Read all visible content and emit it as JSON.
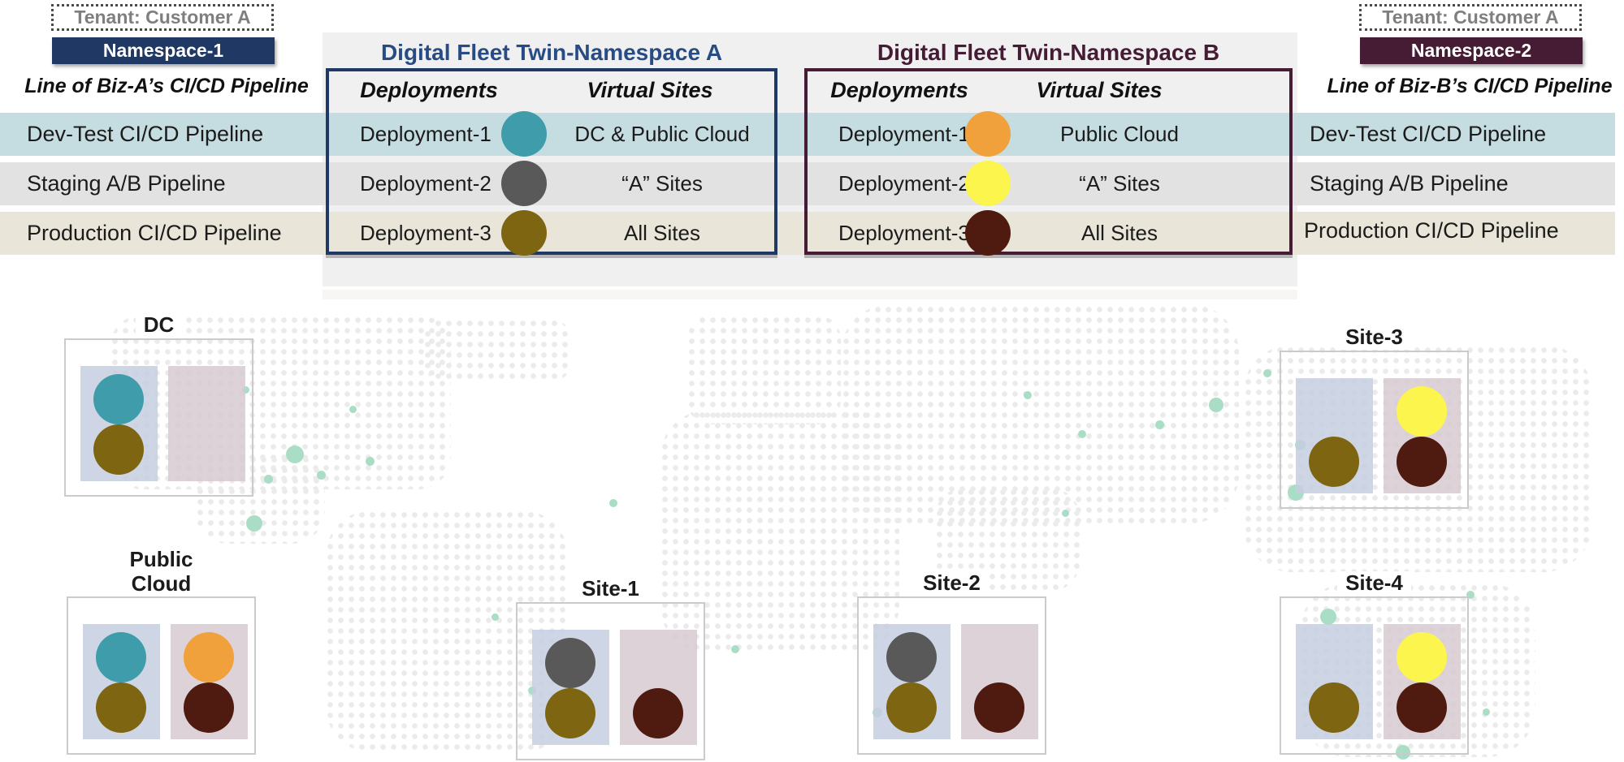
{
  "colors": {
    "teal": "#3F9CAA",
    "gray": "#595959",
    "olive": "#7D6512",
    "orange": "#F0A13C",
    "yellow": "#FCF54E",
    "maroon": "#4F1A10",
    "namespace1": "#1F3864",
    "namespace2": "#451C33",
    "title_a": "#274B85",
    "title_b": "#451C33",
    "row_devtest": "#C5DCE0",
    "row_staging": "#E2E2E2",
    "row_production": "#E9E5D8",
    "panel_band": "#F1F0F0",
    "panel_band_shadow": "#F7F6F5",
    "map_dot": "#EBEBEB",
    "map_accent": "#A9DDC6",
    "site_left_box": "rgba(198,206,223,0.85)",
    "site_right_box": "rgba(214,200,207,0.82)"
  },
  "tenants": [
    {
      "label": "Tenant: Customer A",
      "namespace": "Namespace-1",
      "pipeline_owner": "Line of Biz-A’s CI/CD Pipeline"
    },
    {
      "label": "Tenant: Customer A",
      "namespace": "Namespace-2",
      "pipeline_owner": "Line of Biz-B’s CI/CD Pipeline"
    }
  ],
  "pipelines": [
    "Dev-Test CI/CD Pipeline",
    "Staging A/B Pipeline",
    "Production CI/CD Pipeline"
  ],
  "panels": [
    {
      "title": "Digital Fleet Twin-Namespace A",
      "columns": {
        "deployments": "Deployments",
        "virtual_sites": "Virtual Sites"
      },
      "rows": [
        {
          "deployment": "Deployment-1",
          "dot": "teal",
          "virtual_sites": "DC & Public Cloud"
        },
        {
          "deployment": "Deployment-2",
          "dot": "gray",
          "virtual_sites": "“A” Sites"
        },
        {
          "deployment": "Deployment-3",
          "dot": "olive",
          "virtual_sites": "All  Sites"
        }
      ]
    },
    {
      "title": "Digital Fleet Twin-Namespace B",
      "columns": {
        "deployments": "Deployments",
        "virtual_sites": "Virtual Sites"
      },
      "rows": [
        {
          "deployment": "Deployment-1",
          "dot": "orange",
          "virtual_sites": "Public Cloud"
        },
        {
          "deployment": "Deployment-2",
          "dot": "yellow",
          "virtual_sites": "“A” Sites"
        },
        {
          "deployment": "Deployment-3",
          "dot": "maroon",
          "virtual_sites": "All  Sites"
        }
      ]
    }
  ],
  "sites": [
    {
      "name": "DC",
      "left": [
        "teal",
        "olive"
      ],
      "right": [
        "",
        ""
      ]
    },
    {
      "name": "Site-3",
      "left": [
        "",
        "olive"
      ],
      "right": [
        "yellow",
        "maroon"
      ]
    },
    {
      "name": "Public Cloud",
      "left": [
        "teal",
        "olive"
      ],
      "right": [
        "orange",
        "maroon"
      ]
    },
    {
      "name": "Site-1",
      "left": [
        "gray",
        "olive"
      ],
      "right": [
        "",
        "maroon"
      ]
    },
    {
      "name": "Site-2",
      "left": [
        "gray",
        "olive"
      ],
      "right": [
        "",
        "maroon"
      ]
    },
    {
      "name": "Site-4",
      "left": [
        "",
        "olive"
      ],
      "right": [
        "yellow",
        "maroon"
      ]
    }
  ]
}
